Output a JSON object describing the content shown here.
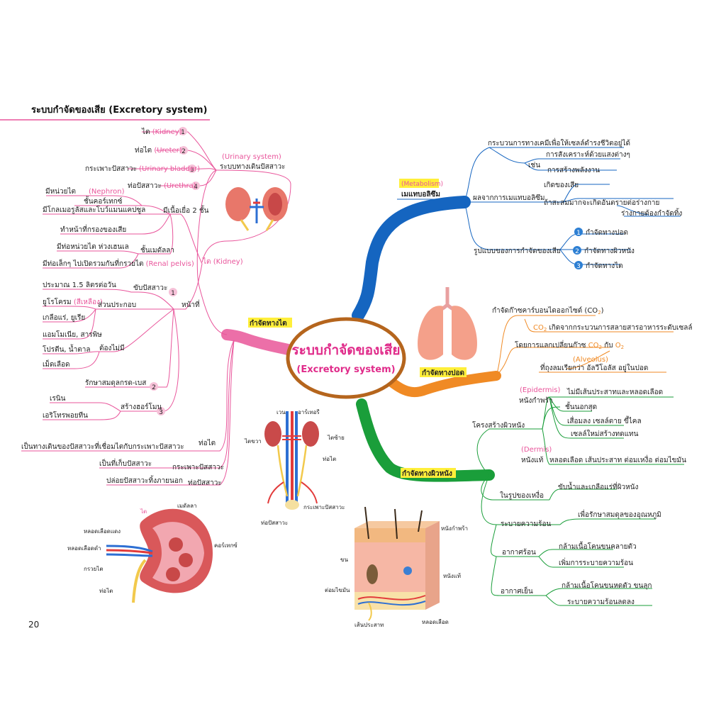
{
  "page": {
    "title": "ระบบกำจัดของเสีย (Excretory system)",
    "page_number": "20"
  },
  "center": {
    "title": "ระบบกำจัดของเสีย",
    "subtitle": "(Excretory system)"
  },
  "colors": {
    "pink": "#e9559b",
    "blue": "#1565c0",
    "orange": "#f08a24",
    "green": "#1a9e3a",
    "kidney_branch": "#ec6fa8",
    "center_border": "#b5651d",
    "badge": "#f6c1d8",
    "blue_badge": "#2d7fd3",
    "highlight": "#ffef3a"
  },
  "urinary": {
    "branch": "กำจัดทางไต",
    "system_en": "(Urinary system)",
    "system_th": "ระบบทางเดินปัสสาวะ",
    "parts": [
      {
        "th": "ไต",
        "en": "(Kidney)",
        "n": "1"
      },
      {
        "th": "ท่อไต",
        "en": "(Ureter)",
        "n": "2"
      },
      {
        "th": "กระเพาะปัสสาวะ",
        "en": "(Urinary bladder)",
        "n": "3"
      },
      {
        "th": "ท่อปัสสาวะ",
        "en": "(Urethra)",
        "n": "4"
      }
    ],
    "kidney_label": "ไต (Kidney)",
    "layers": "มีเนื้อเยื่อ 2 ชั้น",
    "cortex": "ชั้นคอร์เทกซ์",
    "nephron_en": "(Nephron)",
    "nephron": "มีหน่วยไต",
    "glomerulus": "มีโกลเมอรูลัสและโบว์แมนแคปซูล",
    "filter": "ทำหน้าที่กรองของเสีย",
    "medulla": "ชั้นเมดัลลา",
    "tubule": "มีท่อหน่วยไต ห่วงเฮนเล",
    "pelvis": "มีท่อเล็กๆ ไปเปิดรวมกันที่กรวยไต",
    "pelvis_en": "(Renal pelvis)",
    "function": "หน้าที่",
    "urine": "ขับปัสสาวะ",
    "urine_n": "1",
    "urine_amount": "ประมาณ 1.5 ลิตรต่อวัน",
    "composition": "ส่วนประกอบ",
    "urochrome": "ยูโรโครม",
    "urochrome_color": "(สีเหลือง)",
    "salt": "เกลือแร่, ยูเรีย",
    "ammonia": "แอมโมเนีย, สารพิษ",
    "must_not": "ต้องไม่มี",
    "protein": "โปรตีน, น้ำตาล",
    "blood": "เม็ดเลือด",
    "acid_base": "รักษาสมดุลกรด-เบส",
    "acid_base_n": "2",
    "hormone": "สร้างฮอร์โมน",
    "hormone_n": "3",
    "renin": "เรนิน",
    "epo": "เอริโทรพอยทีน",
    "ureter": "ท่อไต",
    "ureter_desc": "เป็นทางเดินของปัสสาวะที่เชื่อมไตกับกระเพาะปัสสาวะ",
    "bladder": "กระเพาะปัสสาวะ",
    "bladder_desc": "เป็นที่เก็บปัสสาวะ",
    "urethra": "ท่อปัสสาวะ",
    "urethra_desc": "ปล่อยปัสสาวะทิ้งภายนอก"
  },
  "metabolism": {
    "branch": "เมแทบอลิซึม",
    "branch_en": "(Metabolism)",
    "process": "กระบวนการทางเคมีเพื่อให้เซลล์ดำรงชีวิตอยู่ได้",
    "example": "เช่น",
    "synthesis": "การสังเคราะห์ด้วยแสงต่างๆ",
    "energy": "การสร้างพลังงาน",
    "result": "ผลจากการเมแทบอลิซึม",
    "waste": "เกิดของเสีย",
    "accumulate": "ถ้าสะสมมากจะเกิดอันตรายต่อร่างกาย",
    "must_remove": "ร่างกายต้องกำจัดทิ้ง",
    "ways": "รูปแบบของการกำจัดของเสีย",
    "way_items": [
      {
        "n": "1",
        "t": "กำจัดทางปอด"
      },
      {
        "n": "2",
        "t": "กำจัดทางผิวหนัง"
      },
      {
        "n": "3",
        "t": "กำจัดทางไต"
      }
    ]
  },
  "lung": {
    "branch": "กำจัดทางปอด",
    "co2": "กำจัดก๊าซคาร์บอนไดออกไซด์ (CO",
    "co2_sub": "2",
    "co2_close": ")",
    "co2_src_a": "CO",
    "co2_src_sub": "2",
    "co2_src": "เกิดจากกระบวนการสลายสารอาหารระดับเซลล์",
    "exchange": "โดยการแลกเปลี่ยนก๊าซ",
    "exchange_co2": "CO",
    "exchange_co2_sub": "2",
    "exchange_and": "กับ",
    "exchange_o2": "O",
    "exchange_o2_sub": "2",
    "alveolus_en": "(Alveolus)",
    "alveolus": "ที่ถุงลมเรียกว่า อัลวีโอลัส อยู่ในปอด"
  },
  "skin": {
    "branch": "กำจัดทางผิวหนัง",
    "structure": "โครงสร้างผิวหนัง",
    "epidermis_en": "(Epidermis)",
    "epidermis": "หนังกำพร้า",
    "epi_items": [
      "ไม่มีเส้นประสาทและหลอดเลือด",
      "ชั้นนอกสุด",
      "เสื่อมลง เซลล์ตาย ขี้ไคล",
      "เซลล์ใหม่สร้างทดแทน"
    ],
    "dermis_en": "(Dermis)",
    "dermis": "หนังแท้",
    "dermis_item": "หลอดเลือด เส้นประสาท ต่อมเหงื่อ ต่อมไขมัน",
    "sweat_form": "ในรูปของเหงื่อ",
    "sweat_desc": "ขับน้ำและเกลือแร่ที่ผิวหนัง",
    "heat": "ระบายความร้อน",
    "heat_desc": "เพื่อรักษาสมดุลของอุณหภูมิ",
    "hot": "อากาศร้อน",
    "hot_1": "กล้ามเนื้อโคนขนคลายตัว",
    "hot_2": "เพิ่มการระบายความร้อน",
    "cold": "อากาศเย็น",
    "cold_1a": "กล้ามเนื้อโคนขนหดตัว",
    "cold_1b": "ขนลุก",
    "cold_2": "ระบายความร้อนลดลง"
  },
  "figures": {
    "system_labels": {
      "vein": "เวน",
      "artery": "อาร์เทอรี",
      "right_kidney": "ไตขวา",
      "left_kidney": "ไตซ้าย",
      "ureter": "ท่อไต",
      "bladder": "กระเพาะปัสสาวะ",
      "urethra": "ท่อปัสสาวะ"
    },
    "kidney_labels": {
      "title": "ไต",
      "medulla": "เมดัลลา",
      "vein": "หลอดเลือดแดง",
      "artery": "หลอดเลือดดำ",
      "cortex": "คอร์เทกซ์",
      "pelvis": "กรวยไต",
      "ureter": "ท่อไต"
    },
    "skin_labels": {
      "epidermis": "หนังกำพร้า",
      "hair": "ขน",
      "dermis": "หนังแท้",
      "gland": "ต่อมไขมัน",
      "nerve": "เส้นประสาท",
      "vessel": "หลอดเลือด"
    }
  }
}
